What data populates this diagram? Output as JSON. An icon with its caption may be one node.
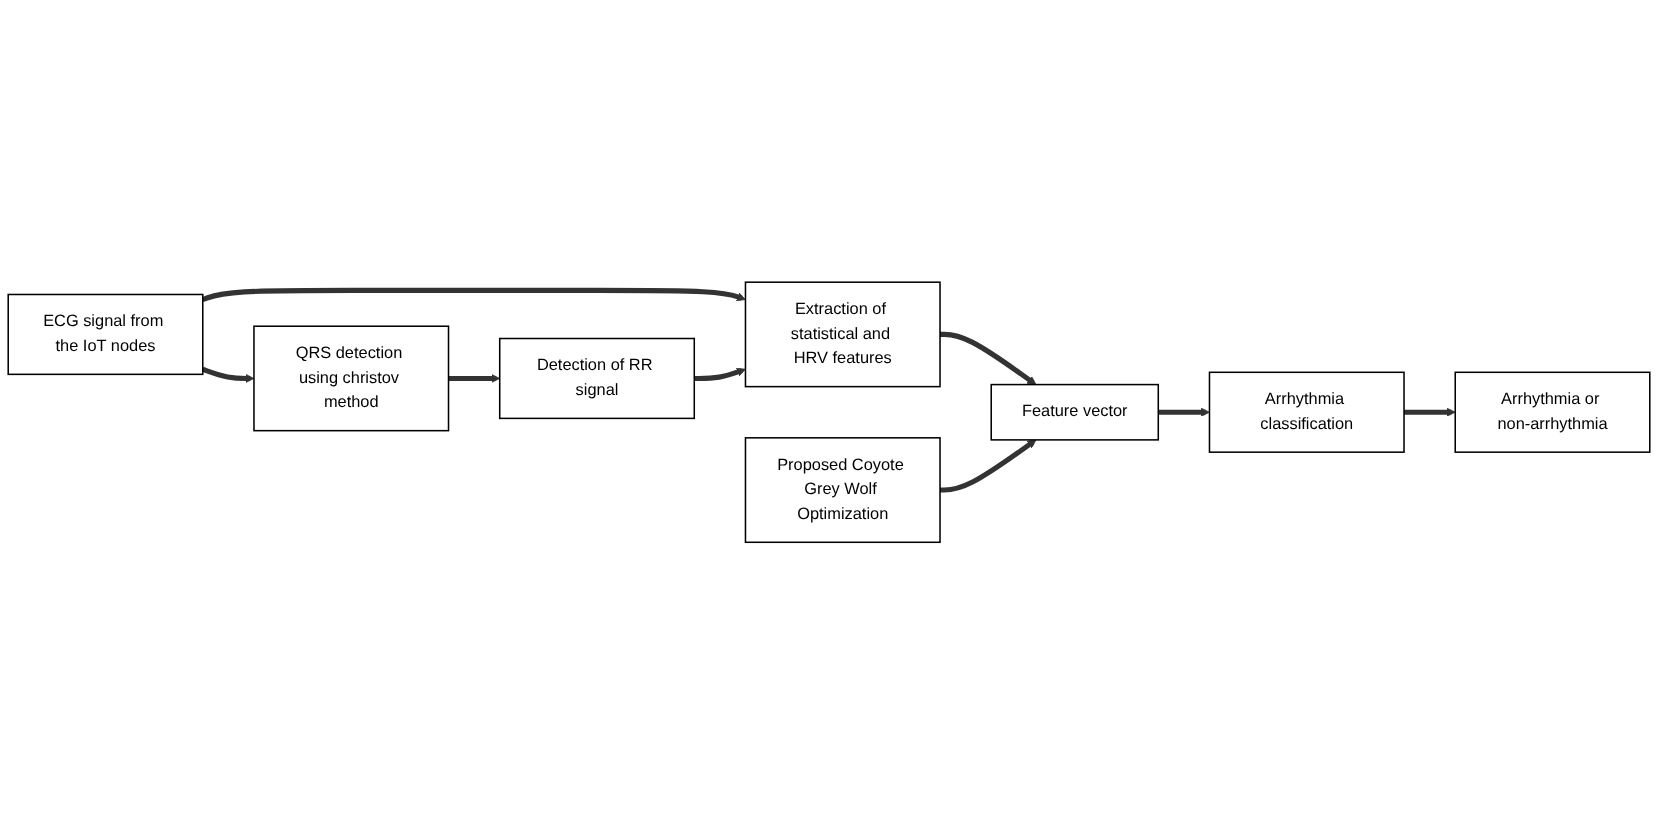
{
  "diagram": {
    "nodes": [
      {
        "text": [
          "ECG signal from the IoT nodes"
        ]
      },
      {
        "text": [
          "QRS detection using christov method"
        ]
      },
      {
        "text": [
          "Detection of RR signal"
        ]
      },
      {
        "text": [
          "Extraction of statistical and HRV features"
        ]
      },
      {
        "text": [
          "Feature vector"
        ]
      },
      {
        "text": [
          "Arrhythmia classification"
        ]
      },
      {
        "text": [
          "Arrhythmia or non-arrhythmia"
        ]
      },
      {
        "text": [
          "Proposed Coyote Grey Wolf Optimization"
        ]
      }
    ],
    "edges": [
      {
        "from": 0,
        "to": 1,
        "arrow": "to"
      },
      {
        "from": 1,
        "to": 2,
        "arrow": "to"
      },
      {
        "from": 0,
        "to": 3,
        "arrow": "to"
      },
      {
        "from": 2,
        "to": 3,
        "arrow": "to"
      },
      {
        "from": 3,
        "to": 4,
        "arrow": "to"
      },
      {
        "from": 7,
        "to": 4,
        "arrow": "to"
      },
      {
        "from": 4,
        "to": 5,
        "arrow": "to"
      },
      {
        "from": 5,
        "to": 6,
        "arrow": "to"
      }
    ]
  }
}
